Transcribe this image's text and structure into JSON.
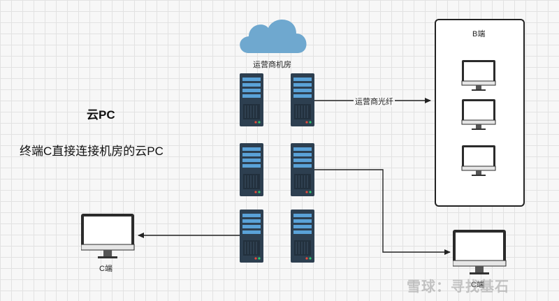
{
  "cloud": {
    "label": "运营商机房"
  },
  "fiber_label": "运营商光纤",
  "b_group": {
    "label": "B端"
  },
  "heading": {
    "title": "云PC",
    "description": "终端C直接连接机房的云PC"
  },
  "c_left": {
    "label": "C端"
  },
  "c_right": {
    "label": "C端"
  },
  "watermark": {
    "text": "雪球：寻找基石"
  },
  "colors": {
    "cloud": "#6fa8cf",
    "server_body": "#2d3f50",
    "server_slot": "#5aa2d8",
    "monitor_frame": "#2b2b2b",
    "connector": "#222222"
  }
}
